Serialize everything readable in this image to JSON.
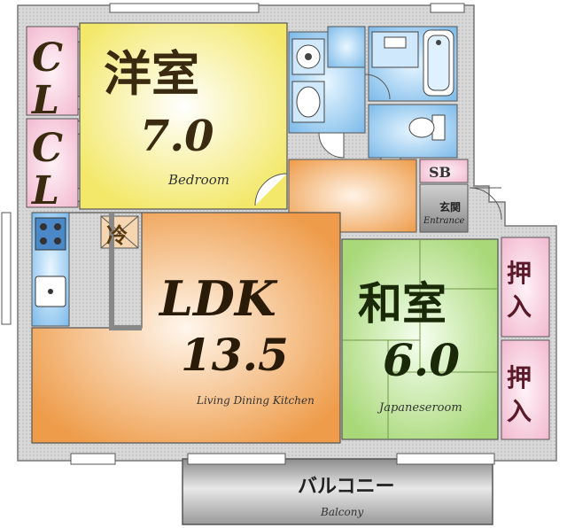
{
  "rooms": {
    "western": {
      "name": "洋室",
      "size": "7.0",
      "english": "Bedroom"
    },
    "closet_top": {
      "label_c": "C",
      "label_l": "L"
    },
    "closet_bottom": {
      "label_c": "C",
      "label_l": "L"
    },
    "ldk": {
      "name": "LDK",
      "size": "13.5",
      "english": "Living Dining Kitchen"
    },
    "japanese": {
      "name": "和室",
      "size": "6.0",
      "english": "Japaneseroom"
    },
    "entrance": {
      "name": "玄関",
      "english": "Entrance"
    },
    "shoe_box": {
      "label": "SB"
    },
    "fridge": {
      "label": "冷"
    },
    "oshiire_top": {
      "char1": "押",
      "char2": "入"
    },
    "oshiire_bottom": {
      "char1": "押",
      "char2": "入"
    },
    "balcony": {
      "name": "バルコニー",
      "english": "Balcony"
    }
  },
  "colors": {
    "wall": "#9a9a9a",
    "western_fill": "#f6f08a",
    "ldk_fill": "#f0a45a",
    "japanese_fill": "#b8e08a",
    "wet_fill": "#8ec6ee",
    "closet_fill": "#f6c6d8",
    "hall_fill": "#f2b56e",
    "entrance_fill": "#9a9a9a",
    "balcony_fill": "#b0b0b0"
  },
  "icons": [
    "toilet-icon",
    "washbasin-icon",
    "washing-machine-icon",
    "bathtub-icon",
    "stove-icon",
    "sink-icon"
  ]
}
